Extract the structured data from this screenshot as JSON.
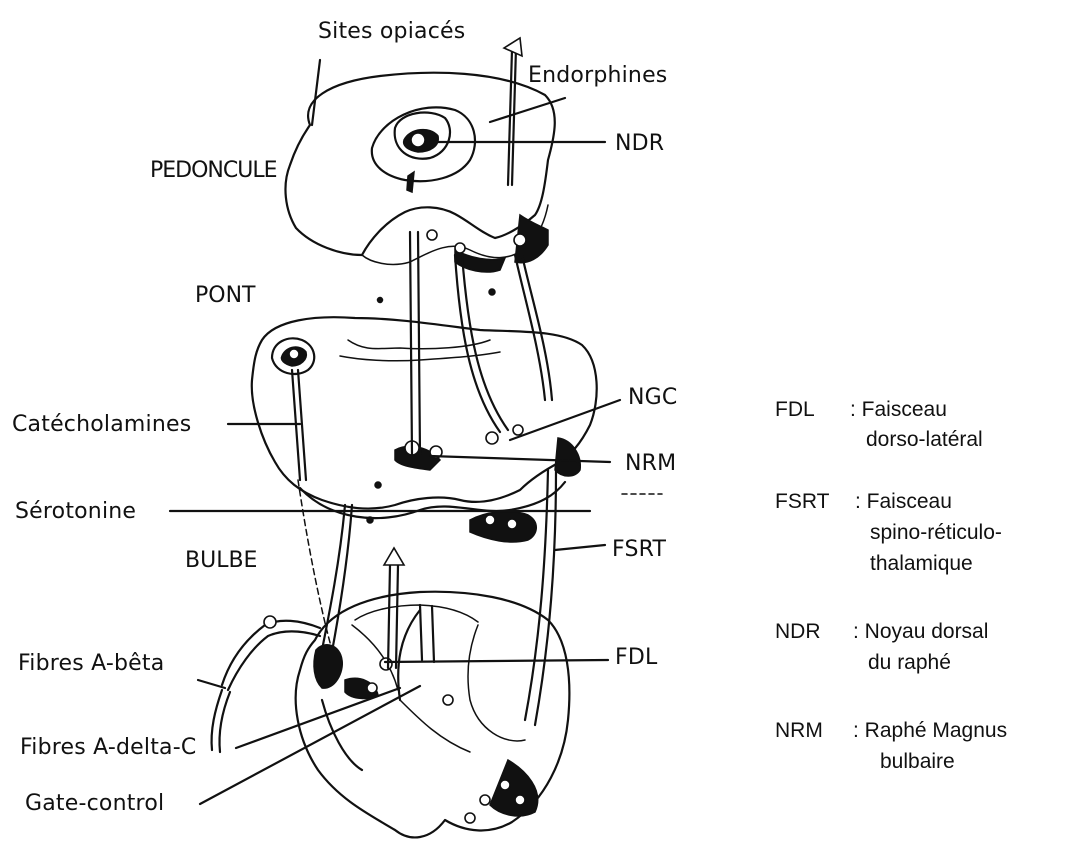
{
  "labels": {
    "sites_opiaces": "Sites opiacés",
    "endorphines": "Endorphines",
    "ndr": "NDR",
    "pedoncule": "PEDONCULE",
    "pont": "PONT",
    "catecholamines": "Catécholamines",
    "ngc": "NGC",
    "nrm": "NRM",
    "serotonine": "Sérotonine",
    "bulbe": "BULBE",
    "fsrt": "FSRT",
    "fibres_a_beta": "Fibres A-bêta",
    "fdl": "FDL",
    "fibres_a_delta_c": "Fibres A-delta-C",
    "gate_control": "Gate-control"
  },
  "legend": [
    {
      "abbr": "FDL",
      "desc": [
        ": Faisceau",
        "dorso-latéral"
      ]
    },
    {
      "abbr": "FSRT",
      "desc": [
        ": Faisceau",
        "spino-réticulo-",
        "thalamique"
      ]
    },
    {
      "abbr": "NDR",
      "desc": [
        ": Noyau dorsal",
        "du raphé"
      ]
    },
    {
      "abbr": "NRM",
      "desc": [
        ": Raphé Magnus",
        "bulbaire"
      ]
    }
  ]
}
